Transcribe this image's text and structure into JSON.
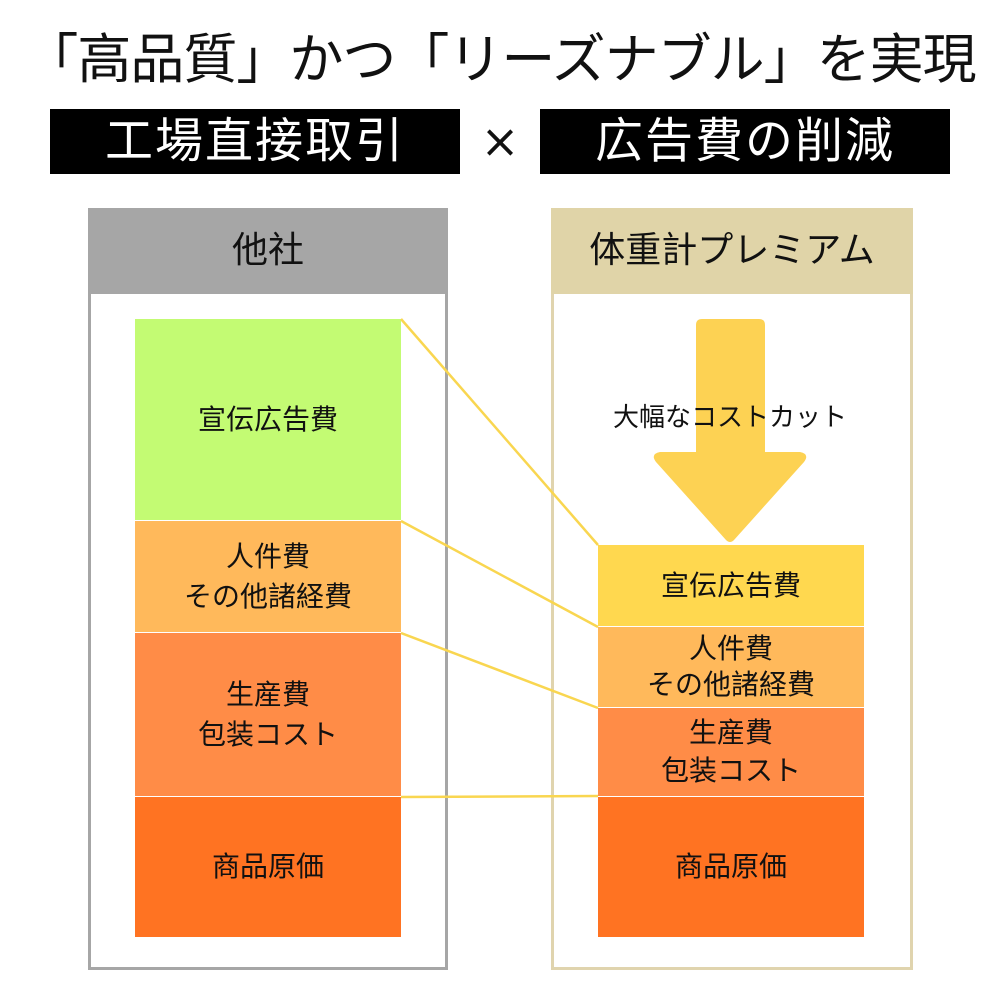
{
  "headline": "「高品質」かつ「リーズナブル」を実現",
  "banner": {
    "left": "工場直接取引",
    "times": "×",
    "right": "広告費の削減"
  },
  "colors": {
    "ad_left": "#c3fb73",
    "ad_right": "#ffd84f",
    "personnel": "#ffb95b",
    "production": "#ff8c47",
    "cost_of_goods": "#ff7322",
    "connector": "#f9d650",
    "arrow": "#fdd253",
    "left_header": "#a6a6a6",
    "right_header": "#e0d4a8"
  },
  "panels": {
    "left": {
      "title": "他社",
      "segments": [
        {
          "key": "ad",
          "label": "宣伝広告費"
        },
        {
          "key": "personnel",
          "label": "人件費\nその他諸経費"
        },
        {
          "key": "production",
          "label": "生産費\n包装コスト"
        },
        {
          "key": "cogs",
          "label": "商品原価"
        }
      ]
    },
    "right": {
      "title": "体重計プレミアム",
      "arrow_label": "大幅なコストカット",
      "segments": [
        {
          "key": "ad",
          "label": "宣伝広告費"
        },
        {
          "key": "personnel",
          "label": "人件費\nその他諸経費"
        },
        {
          "key": "production",
          "label": "生産費\n包装コスト"
        },
        {
          "key": "cogs",
          "label": "商品原価"
        }
      ]
    }
  }
}
